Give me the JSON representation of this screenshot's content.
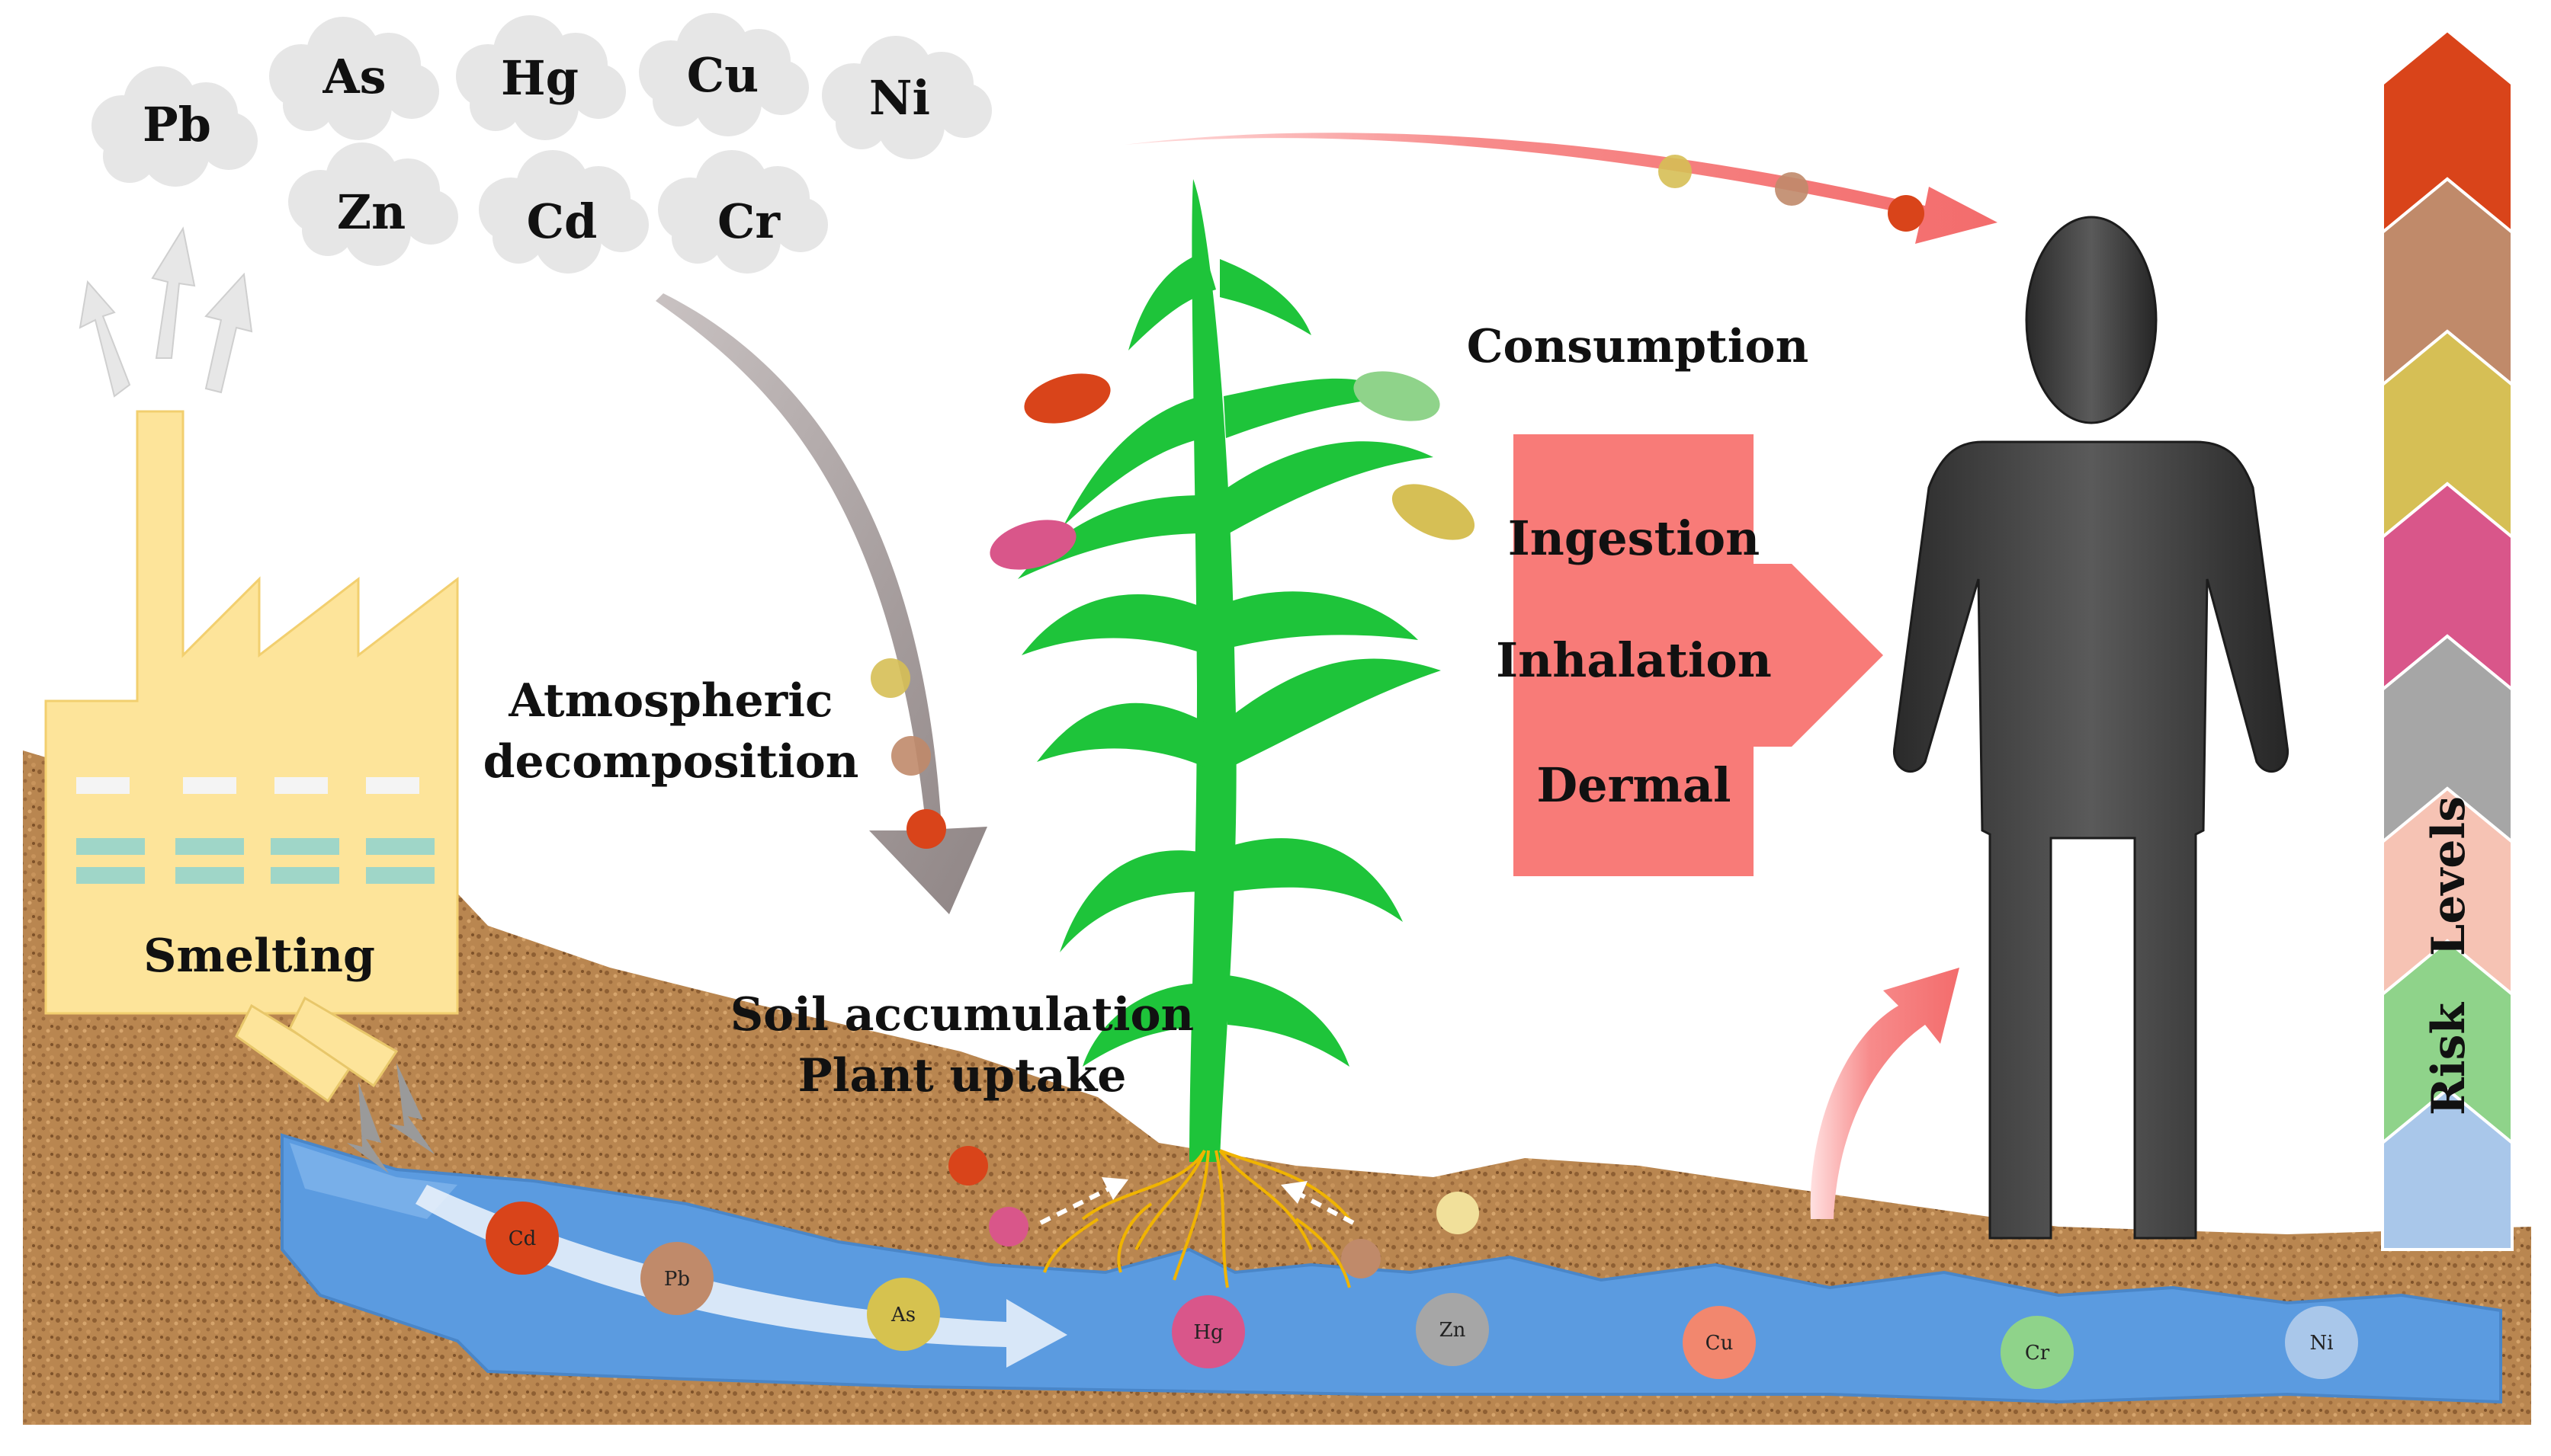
{
  "clouds": [
    {
      "label": "Pb"
    },
    {
      "label": "As"
    },
    {
      "label": "Hg"
    },
    {
      "label": "Cu"
    },
    {
      "label": "Ni"
    },
    {
      "label": "Zn"
    },
    {
      "label": "Cd"
    },
    {
      "label": "Cr"
    }
  ],
  "factory": {
    "label": "Smelting"
  },
  "labels": {
    "atmospheric_line1": "Atmospheric",
    "atmospheric_line2": "decomposition",
    "soil_line1": "Soil accumulation",
    "soil_line2": "Plant uptake",
    "consumption": "Consumption"
  },
  "routes": {
    "ingestion": "Ingestion",
    "inhalation": "Inhalation",
    "dermal": "Dermal"
  },
  "risk_bar": {
    "label_word1": "Risk",
    "label_word2": "Levels",
    "colors": [
      "#d9441a",
      "#c08a6a",
      "#d6bf55",
      "#d9568a",
      "#a6a6a6",
      "#f6c3b4",
      "#8fd38a",
      "#a9c7ea"
    ]
  },
  "water_metals": [
    {
      "label": "Cd",
      "color": "#d9441a"
    },
    {
      "label": "Pb",
      "color": "#c08a6a"
    },
    {
      "label": "As",
      "color": "#d6c24f"
    },
    {
      "label": "Hg",
      "color": "#d9568a"
    },
    {
      "label": "Zn",
      "color": "#a6a6a6"
    },
    {
      "label": "Cu",
      "color": "#f2876e"
    },
    {
      "label": "Cr",
      "color": "#8fd38a"
    },
    {
      "label": "Ni",
      "color": "#a9c7ea"
    }
  ],
  "colors": {
    "soil": "#b98650",
    "water": "#5b9be0",
    "factory": "#fde49a",
    "plant": "#1ec43a",
    "route_box": "#f87b78",
    "person": "#3a3a3a"
  }
}
